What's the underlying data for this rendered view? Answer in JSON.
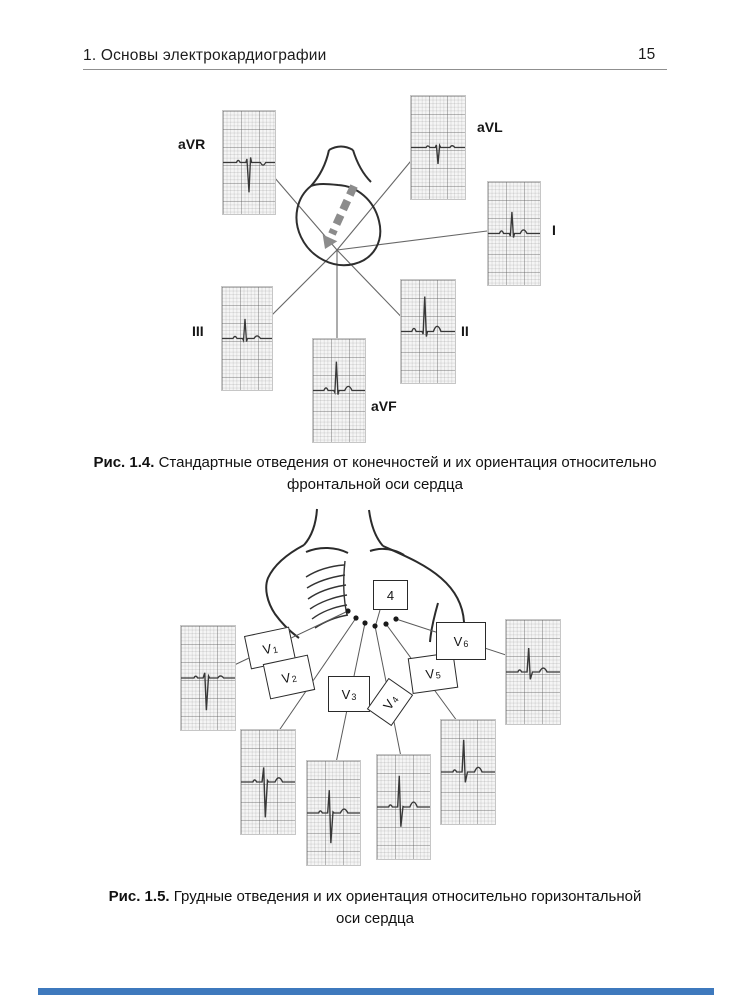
{
  "colors": {
    "accent_blue": "#3e79bd"
  },
  "header": {
    "title": "1. Основы электрокардиографии",
    "page_number": "15"
  },
  "fig_1_4": {
    "leads": [
      {
        "label": "aVR"
      },
      {
        "label": "aVL"
      },
      {
        "label": "I"
      },
      {
        "label": "III"
      },
      {
        "label": "II"
      },
      {
        "label": "aVF"
      }
    ],
    "caption": {
      "prefix": "Рис. 1.4.",
      "line1": "Стандартные отведения от конечностей и их ориентация относительно",
      "line2": "фронтальной оси сердца"
    }
  },
  "fig_1_5": {
    "intercostal_marker": "4",
    "leads": [
      {
        "letter": "V",
        "sub": "1"
      },
      {
        "letter": "V",
        "sub": "2"
      },
      {
        "letter": "V",
        "sub": "3"
      },
      {
        "letter": "V",
        "sub": "4"
      },
      {
        "letter": "V",
        "sub": "5"
      },
      {
        "letter": "V",
        "sub": "6"
      }
    ],
    "caption": {
      "prefix": "Рис. 1.5.",
      "line1": "Грудные отведения и их ориентация относительно горизонтальной",
      "line2": "оси сердца"
    }
  }
}
